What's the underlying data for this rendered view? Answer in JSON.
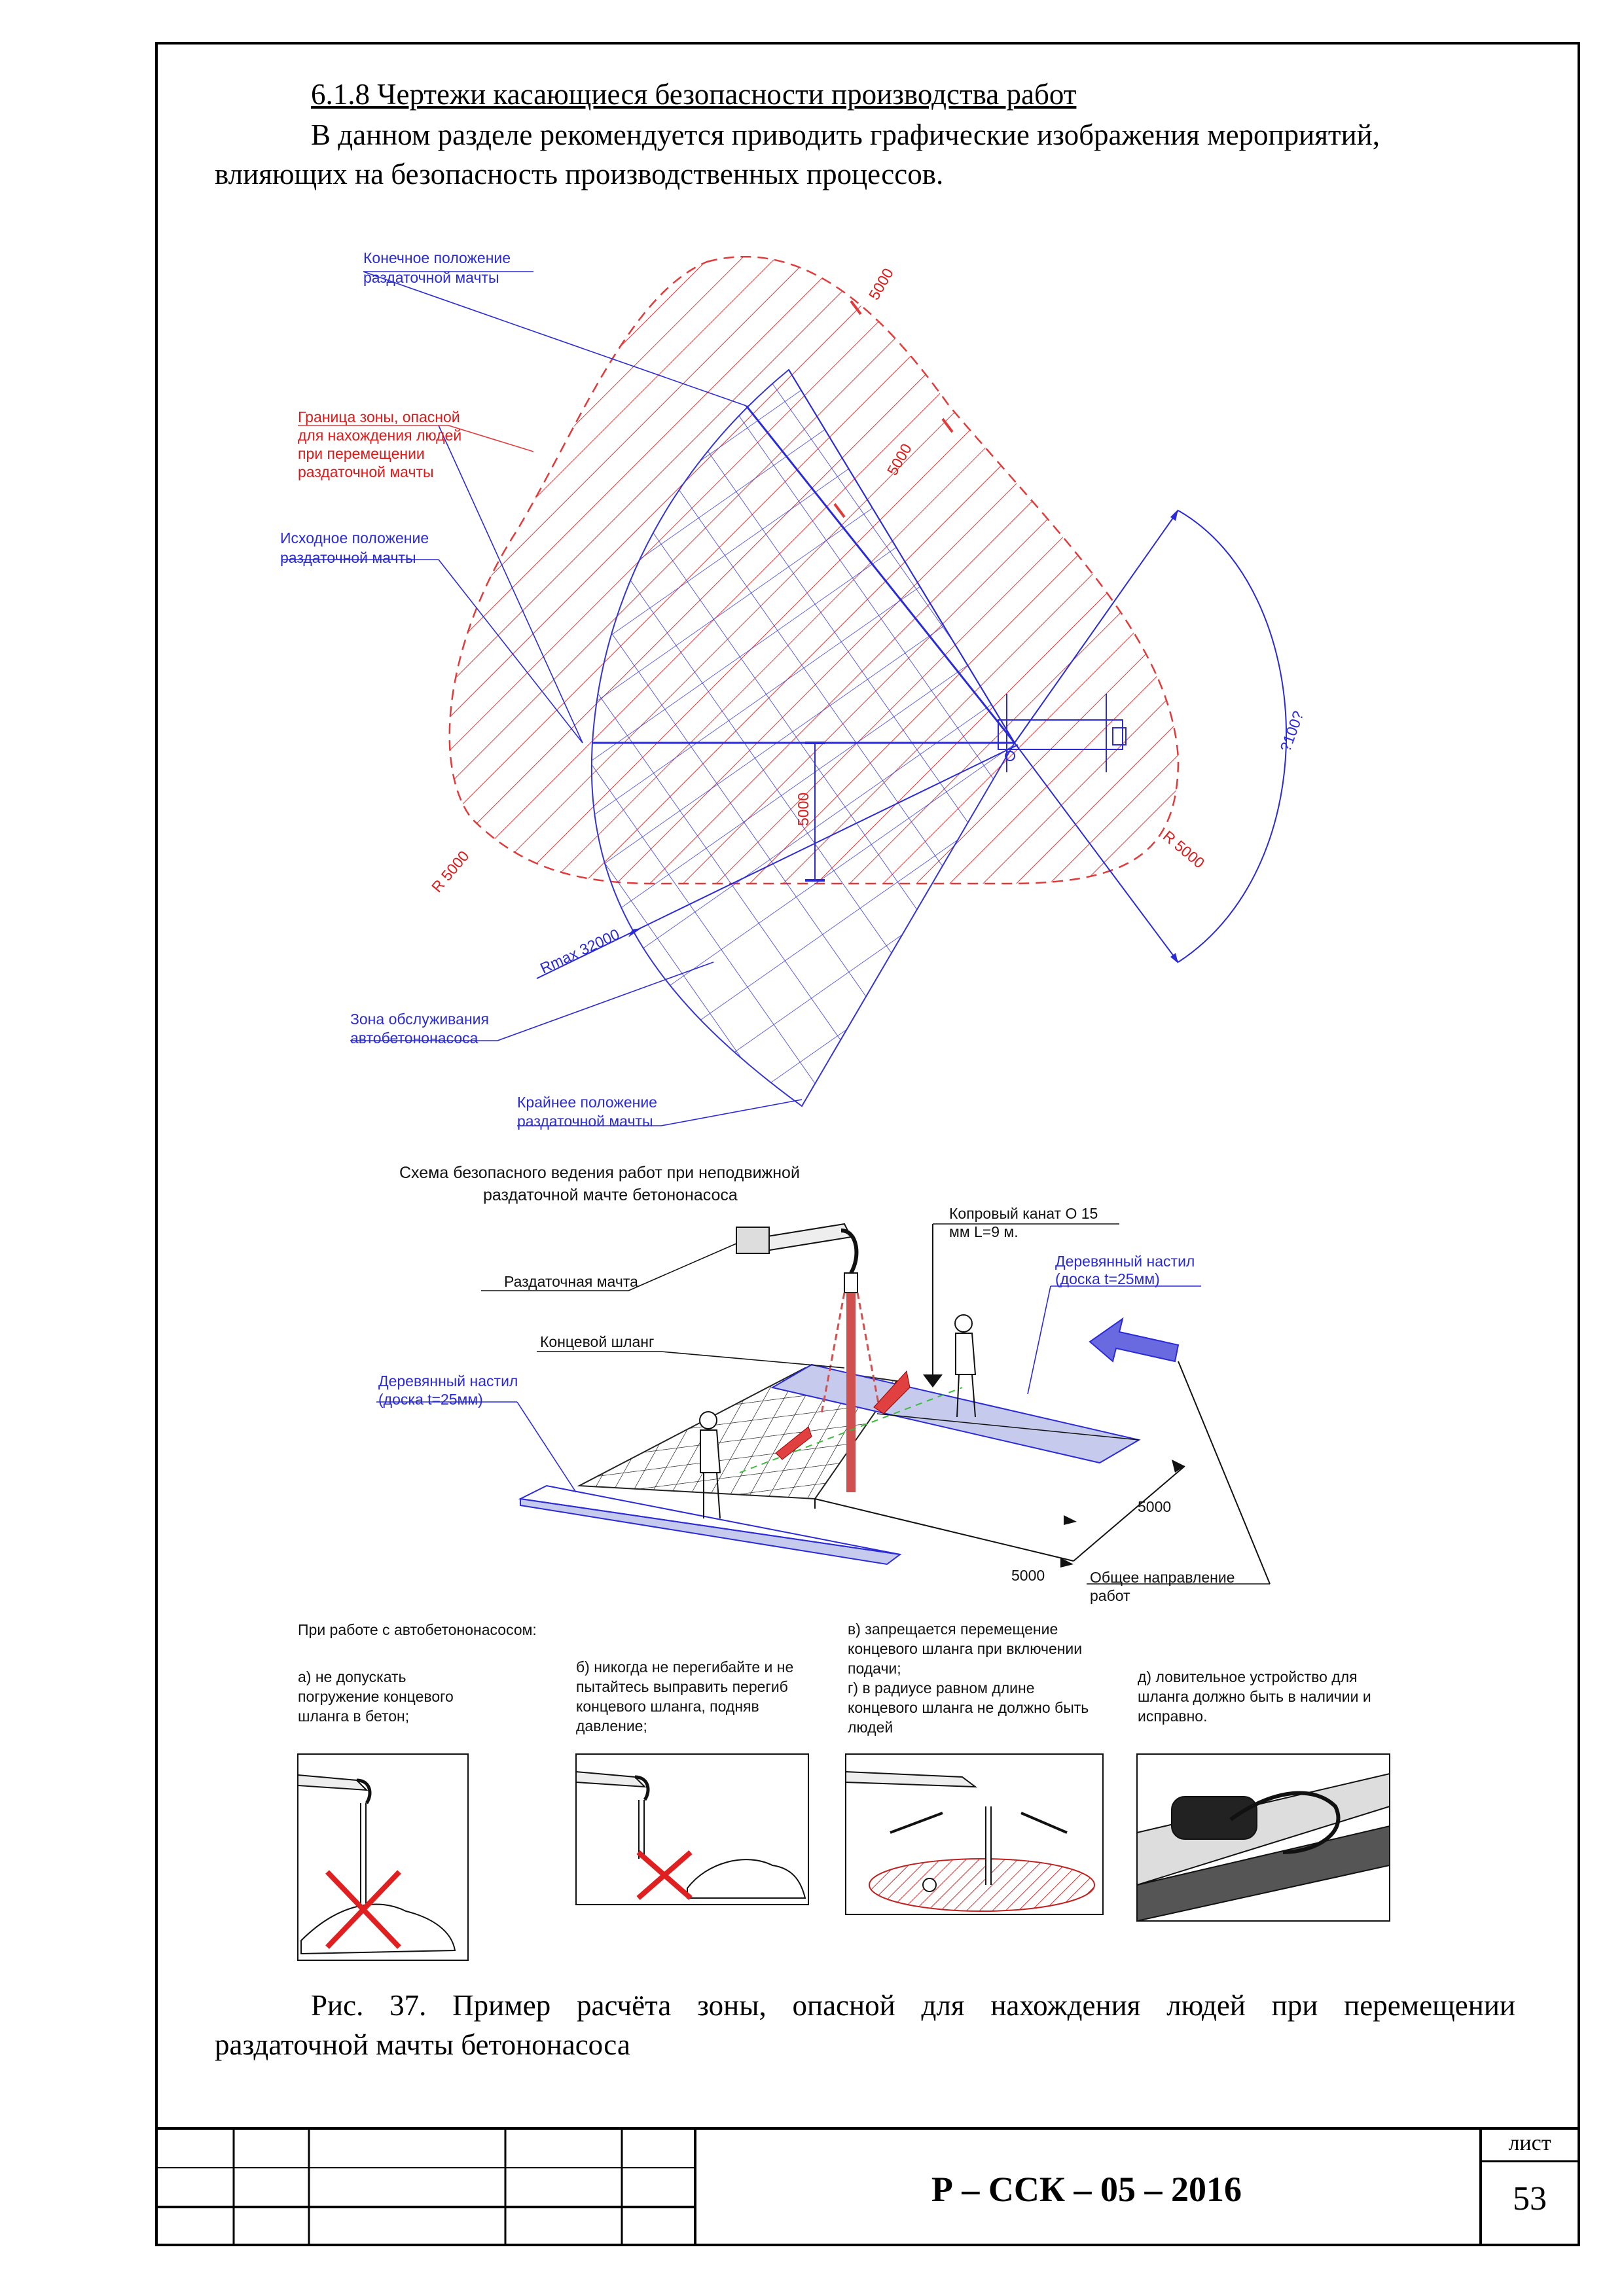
{
  "section": {
    "heading": "6.1.8 Чертежи касающиеся безопасности производства работ",
    "para_line1": "В данном разделе рекомендуется приводить графические изображения мероприятий,",
    "para_line2": "влияющих на безопасность производственных процессов."
  },
  "plan": {
    "final_pos": [
      "Конечное положение",
      "раздаточной мачты"
    ],
    "danger_zone": [
      "Граница зоны, опасной",
      "для нахождения людей",
      "при перемещении",
      "раздаточной мачты"
    ],
    "start_pos": [
      "Исходное положение",
      "раздаточной мачты"
    ],
    "service_zone": [
      "Зона обслуживания",
      "автобетононасоса"
    ],
    "extreme_pos": [
      "Крайнее положение",
      "раздаточной мачты"
    ],
    "dim_5000_a": "5000",
    "dim_5000_b": "5000",
    "dim_5000_c": "5000",
    "r_left": "R 5000",
    "r_right": "R 5000",
    "r_max": "Rmax 32000",
    "angle": "?100?"
  },
  "scheme": {
    "title": [
      "Схема безопасного ведения работ при неподвижной",
      "раздаточной мачте бетононасоса"
    ],
    "rope": [
      "Копровый канат О 15",
      "мм L=9 м."
    ],
    "mast": "Раздаточная мачта",
    "deck_right": [
      "Деревянный настил",
      "(доска t=25мм)"
    ],
    "hose": "Концевой шланг",
    "deck_left": [
      "Деревянный настил",
      "(доска t=25мм)"
    ],
    "dim_right": "5000",
    "dim_left": "5000",
    "direction": [
      "Общее направление",
      "работ"
    ]
  },
  "rules": {
    "intro": "При работе с автобетононасосом:",
    "a": [
      "а) не допускать",
      "погружение концевого",
      "шланга в бетон;"
    ],
    "b": [
      "б) никогда не перегибайте и не",
      "пытайтесь выправить перегиб",
      "концевого шланга, подняв",
      "давление;"
    ],
    "v": [
      "в) запрещается перемещение",
      "концевого шланга при включении",
      "подачи;",
      "г) в радиусе равном длине",
      "концевого шланга не должно быть",
      "людей"
    ],
    "d": [
      "д) ловительное устройство для",
      "шланга должно быть в наличии и",
      "исправно."
    ]
  },
  "figure": {
    "caption_line1": "Рис. 37. Пример расчёта зоны, опасной для нахождения людей при перемещении",
    "caption_line2": "раздаточной мачты бетононасоса"
  },
  "stamp": {
    "code": "Р –  ССК – 05 – 2016",
    "sheet_label": "лист",
    "sheet_number": "53"
  }
}
